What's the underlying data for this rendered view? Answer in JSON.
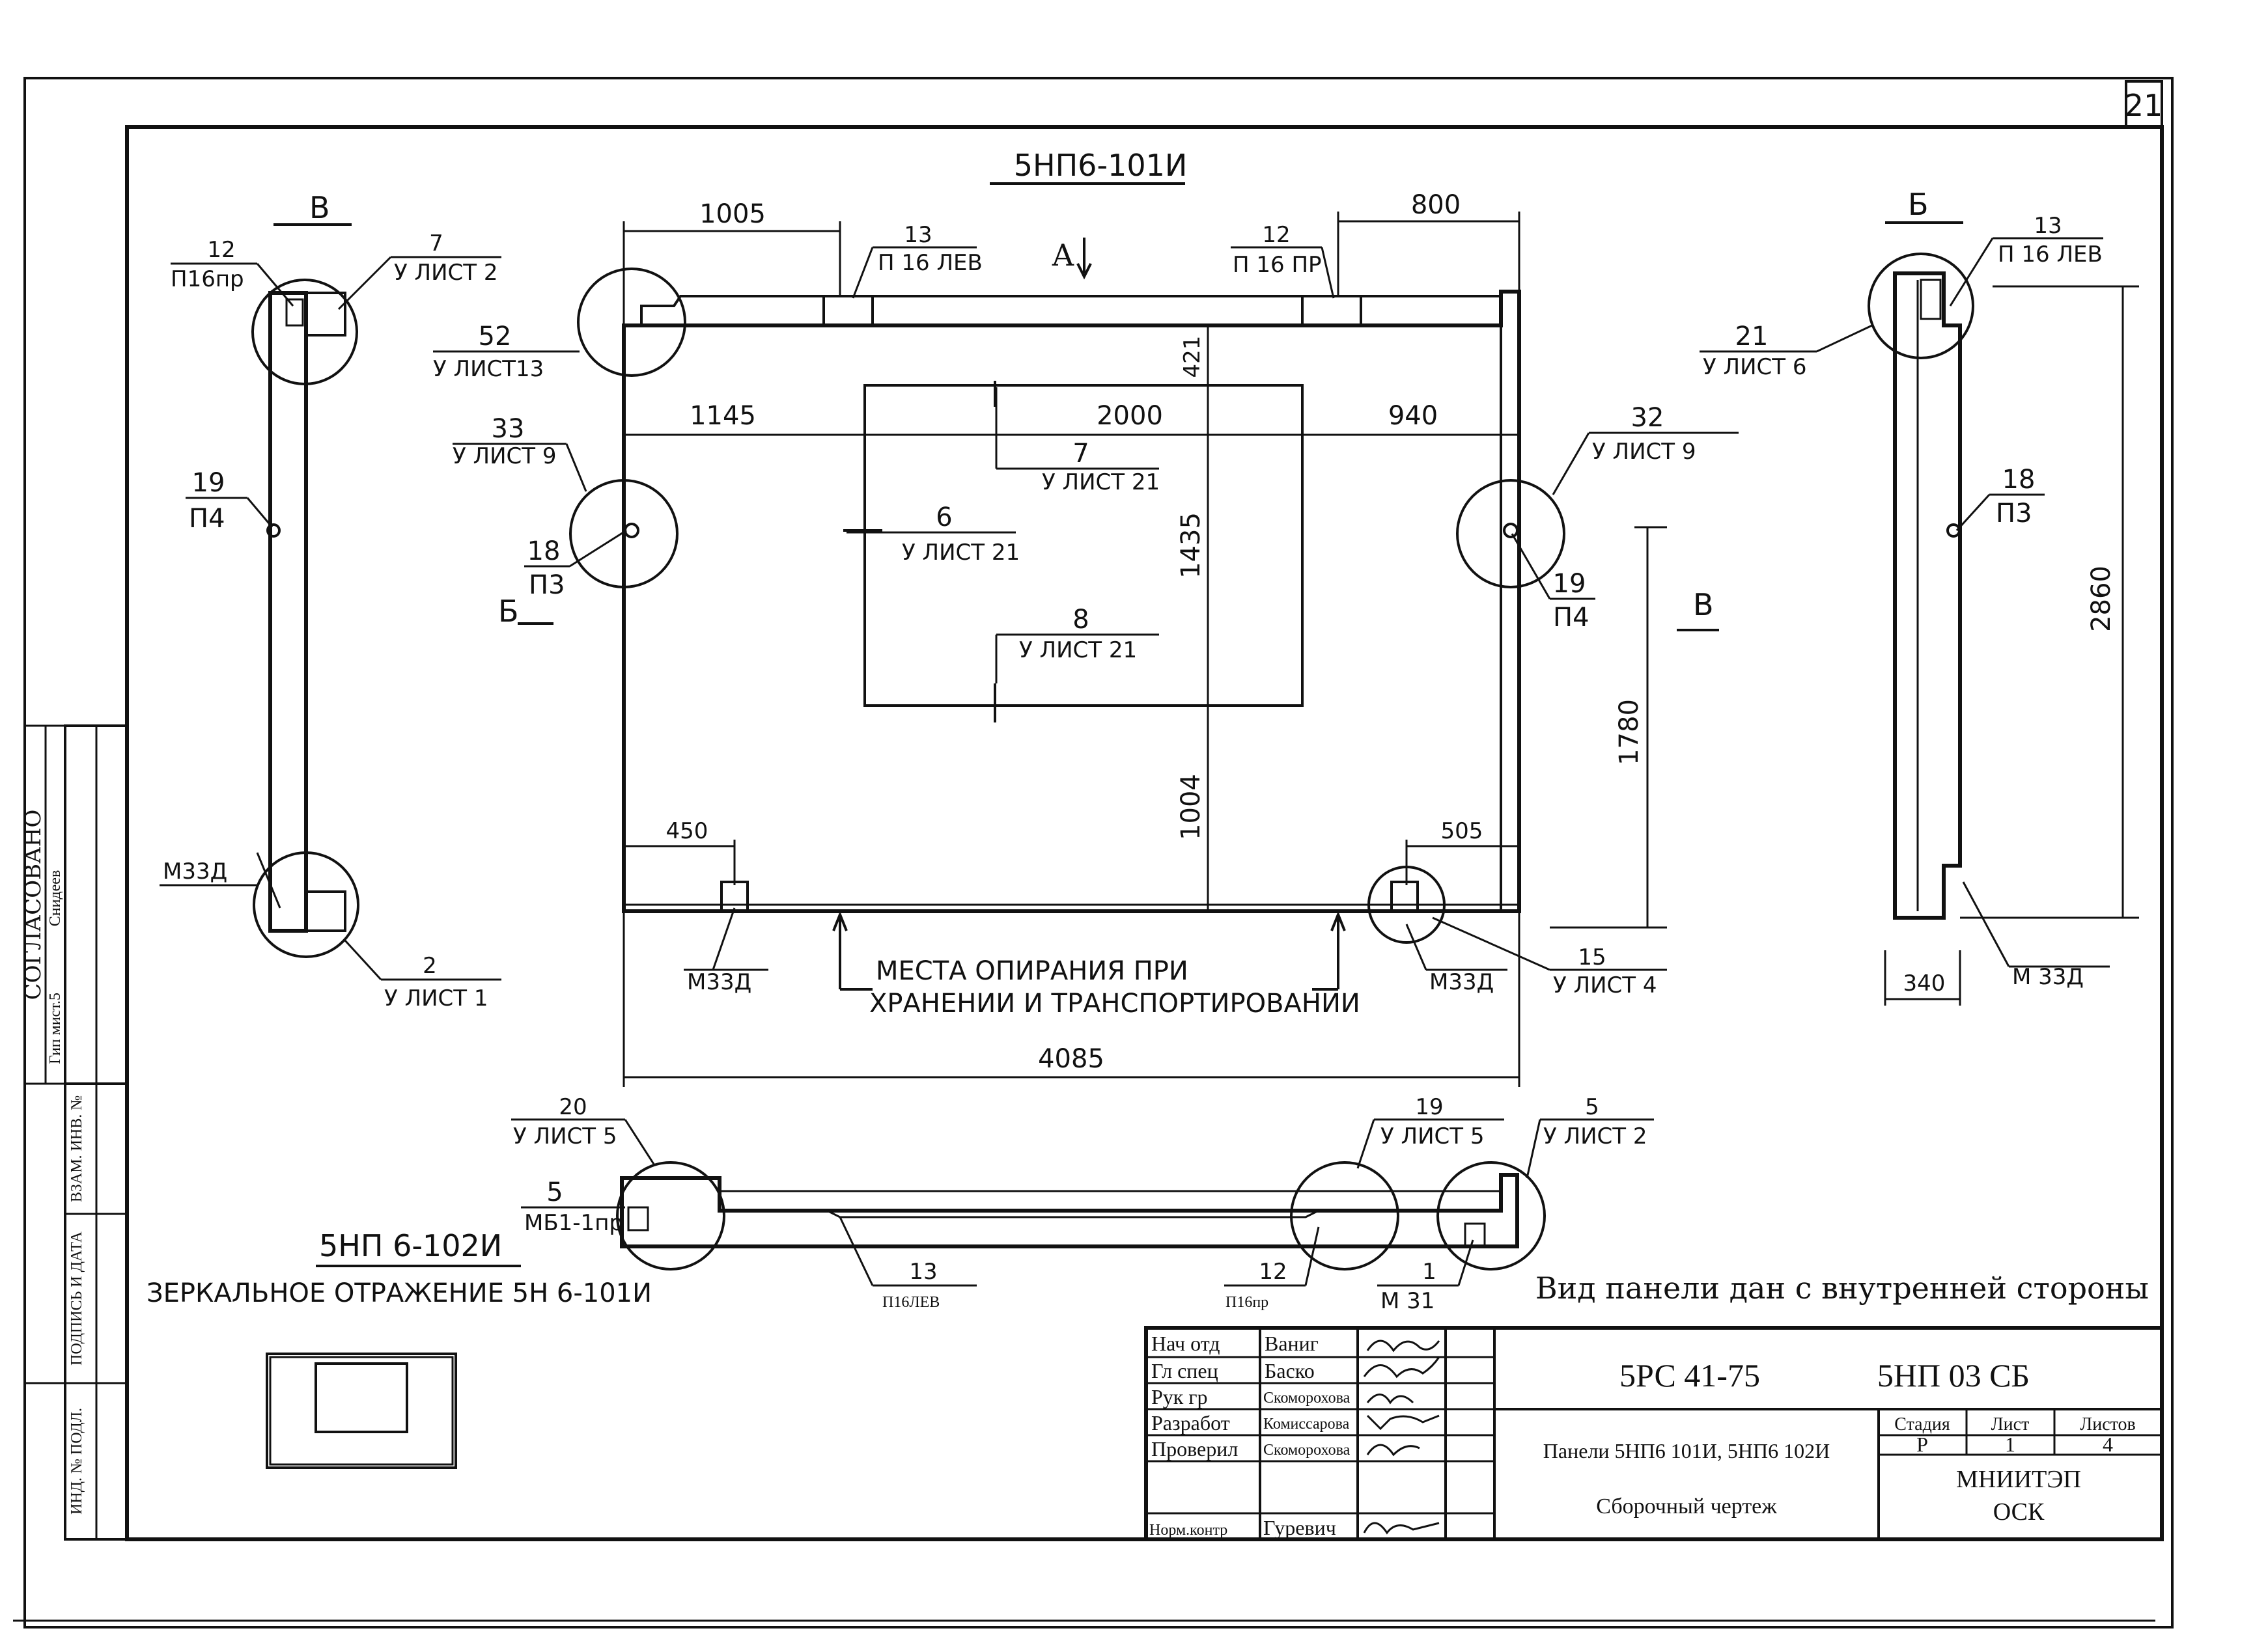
{
  "sheet": {
    "page_number": "21",
    "main_title": "5НП6-101И",
    "label_A": "А",
    "label_B_left": "В",
    "label_B_mid": "Б",
    "label_V_right": "В",
    "label_B_right": "Б",
    "note_view": "Вид панели дан с внутренней стороны",
    "mirror_title": "5НП 6-102И",
    "mirror_note": "ЗЕРКАЛЬНОЕ ОТРАЖЕНИЕ 5Н 6-101И",
    "support_note_1": "МЕСТА ОПИРАНИЯ ПРИ",
    "support_note_2": "ХРАНЕНИИ И ТРАНСПОРТИРОВАНИИ"
  },
  "dimensions": {
    "d1005": "1005",
    "d800": "800",
    "d421": "421",
    "d1145": "1145",
    "d2000": "2000",
    "d940": "940",
    "d1435": "1435",
    "d1004": "1004",
    "d1780": "1780",
    "d450": "450",
    "d505": "505",
    "d4085": "4085",
    "d2860": "2860",
    "d340": "340"
  },
  "callouts": {
    "c12_left_num": "12",
    "c12_left_sub": "П16пр",
    "c7_left_num": "7",
    "c7_left_sub": "У ЛИСТ 2",
    "c19_left_num": "19",
    "c19_left_sub": "П4",
    "cM33_left": "М33Д",
    "c2_left_num": "2",
    "c2_left_sub": "У ЛИСТ 1",
    "c13_top_num": "13",
    "c13_top_sub": "П 16 ЛЕВ",
    "c12_top_num": "12",
    "c12_top_sub": "П 16 ПР",
    "c52_num": "52",
    "c52_sub": "У ЛИСТ13",
    "c33_num": "33",
    "c33_sub": "У ЛИСТ 9",
    "c18_left_num": "18",
    "c18_left_sub": "П3",
    "c7_mid_num": "7",
    "c7_mid_sub": "У ЛИСТ 21",
    "c6_mid_num": "6",
    "c6_mid_sub": "У ЛИСТ 21",
    "c8_mid_num": "8",
    "c8_mid_sub": "У ЛИСТ 21",
    "c32_num": "32",
    "c32_sub": "У ЛИСТ 9",
    "c19_right_num": "19",
    "c19_right_sub": "П4",
    "cM33_bl": "М33Д",
    "cM33_br": "М33Д",
    "c15_num": "15",
    "c15_sub": "У ЛИСТ 4",
    "c13_right_num": "13",
    "c13_right_sub": "П 16 ЛЕВ",
    "c21_num": "21",
    "c21_sub": "У ЛИСТ 6",
    "c18_right_num": "18",
    "c18_right_sub": "П3",
    "cM33_right": "М 33Д",
    "c20_num": "20",
    "c20_sub": "У ЛИСТ 5",
    "c19_bot_num": "19",
    "c19_bot_sub": "У ЛИСТ 5",
    "c5_bot_num": "5",
    "c5_bot_sub": "У ЛИСТ 2",
    "c5_mb_num": "5",
    "c5_mb_sub": "МБ1-1пр",
    "c13_bot_num": "13",
    "c13_bot_sub": "П16ЛЕВ",
    "c12_bot_num": "12",
    "c12_bot_sub": "П16пр",
    "c1_num": "1",
    "c1_sub": "М 31"
  },
  "side_stamp": {
    "agreed": "СОГЛАСОВАНО",
    "row1": "Гип мист.5",
    "row1_name": "Снидеев",
    "inv_no": "ИНД. № ПОДЛ.",
    "sign_date": "ПОДПИСЬ И ДАТА",
    "replace_inv": "ВЗАМ. ИНВ. №"
  },
  "title_block": {
    "roles": [
      "Нач отд",
      "Гл спец",
      "Рук гр",
      "Разработ",
      "Проверил",
      "",
      "Норм.контр"
    ],
    "names": [
      "Ваниг",
      "Баско",
      "Скоморохова",
      "Комиссарова",
      "Скоморохова",
      "",
      "Гуревич"
    ],
    "doc_code": "5РС 41-75",
    "doc_mark": "5НП  03 СБ",
    "panel_name": "Панели  5НП6 101И, 5НП6 102И",
    "drawing_type": "Сборочный   чертеж",
    "stage_h": "Стадия",
    "sheet_h": "Лист",
    "sheets_h": "Листов",
    "stage_v": "Р",
    "sheet_v": "1",
    "sheets_v": "4",
    "org1": "МНИИТЭП",
    "org2": "ОСК"
  }
}
